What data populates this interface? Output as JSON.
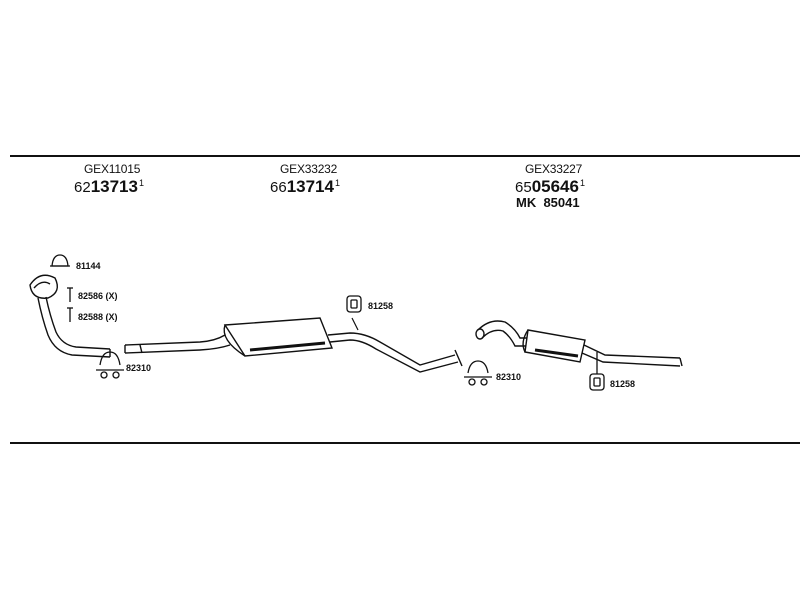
{
  "assemblies": [
    {
      "code": "GEX11015",
      "part_prefix": "62",
      "part_main": "13713",
      "part_suffix": "1"
    },
    {
      "code": "GEX33232",
      "part_prefix": "66",
      "part_main": "13714",
      "part_suffix": "1"
    },
    {
      "code": "GEX33227",
      "part_prefix": "65",
      "part_main": "05646",
      "part_suffix": "1",
      "mk_label": "MK",
      "mk_value": "85041"
    }
  ],
  "fittings": {
    "gasket_front": "81144",
    "bolt_upper": "82586 (X)",
    "bolt_lower": "82588 (X)",
    "clamp_front": "82310",
    "hanger_mid": "81258",
    "clamp_rear": "82310",
    "hanger_rear": "81258"
  }
}
